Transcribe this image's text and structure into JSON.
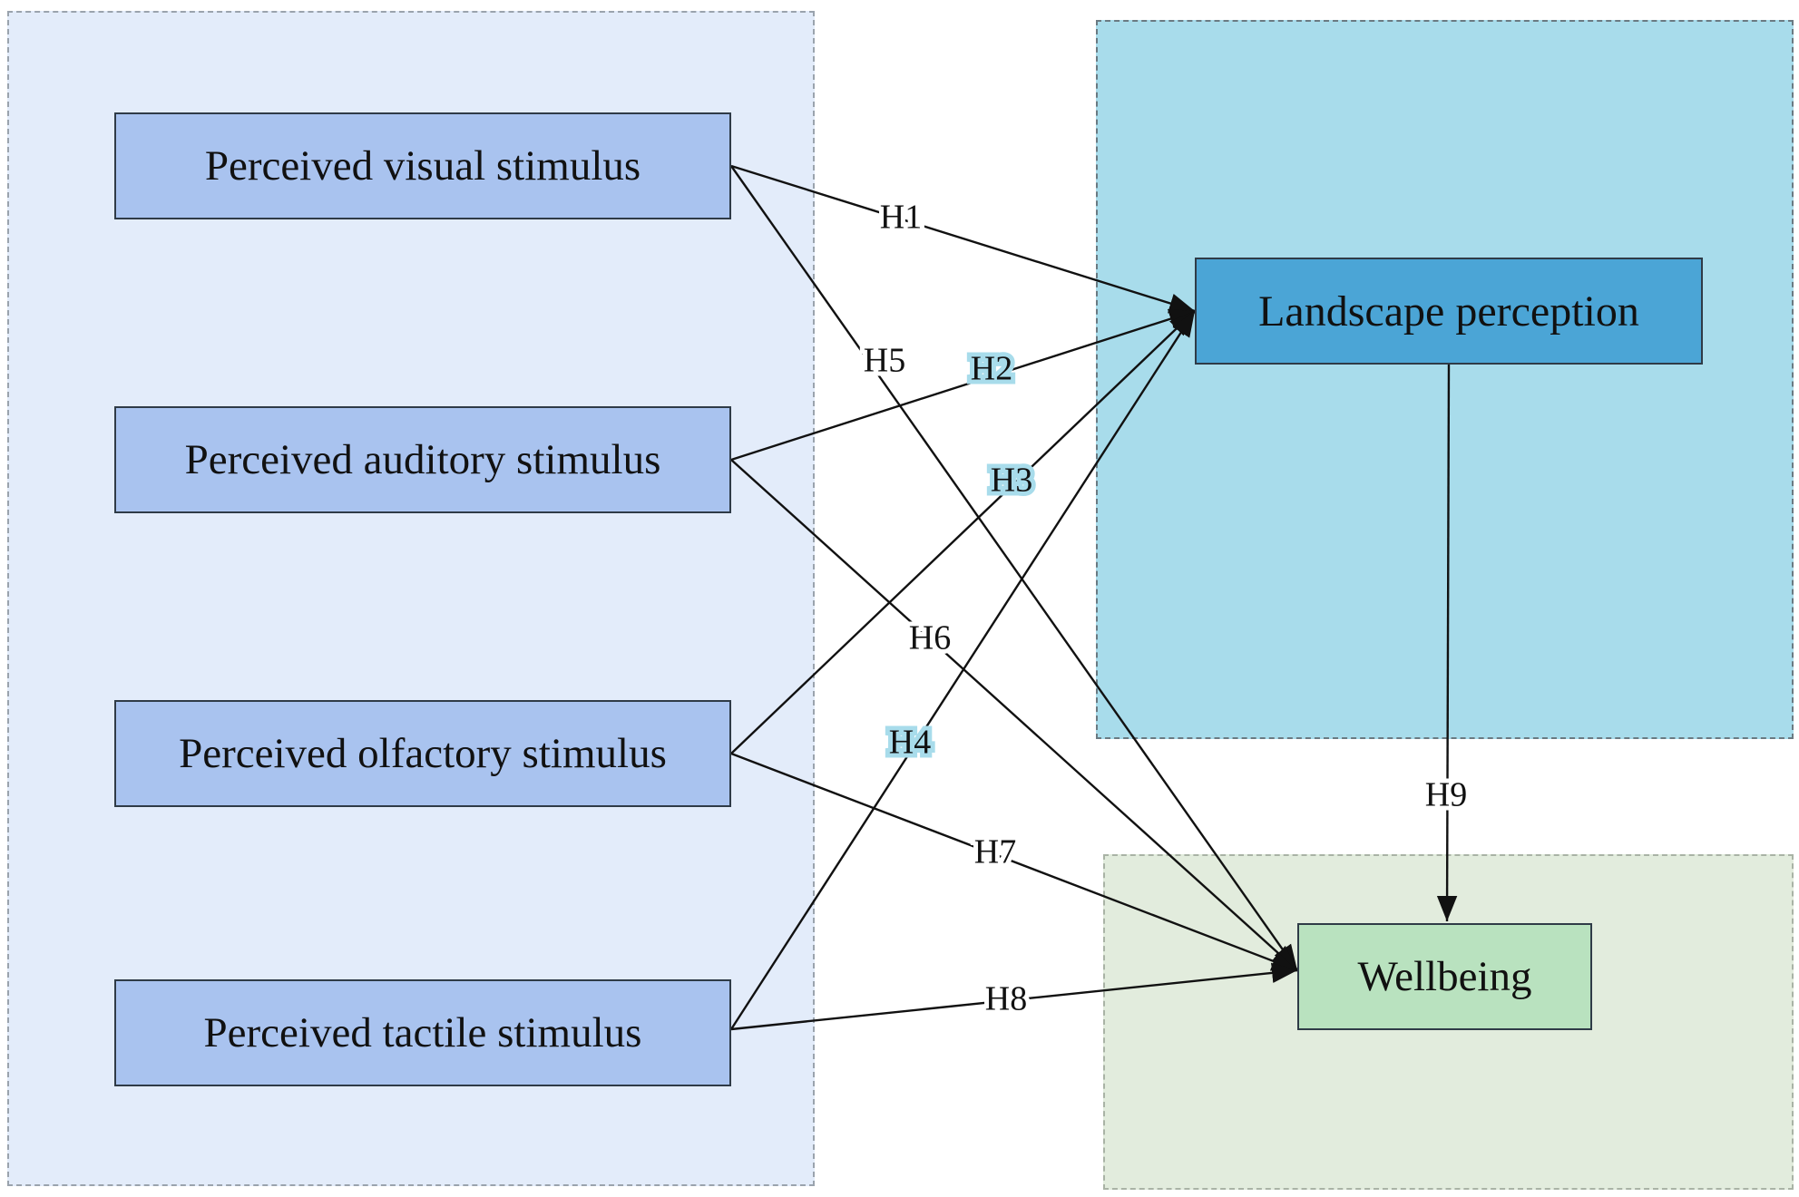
{
  "nodes": {
    "visual": "Perceived visual stimulus",
    "auditory": "Perceived auditory stimulus",
    "olfactory": "Perceived olfactory stimulus",
    "tactile": "Perceived tactile stimulus",
    "landscape": "Landscape perception",
    "wellbeing": "Wellbeing"
  },
  "edges": [
    {
      "id": "H1",
      "from": "visual",
      "to": "landscape"
    },
    {
      "id": "H2",
      "from": "auditory",
      "to": "landscape"
    },
    {
      "id": "H3",
      "from": "olfactory",
      "to": "landscape"
    },
    {
      "id": "H4",
      "from": "tactile",
      "to": "landscape"
    },
    {
      "id": "H5",
      "from": "visual",
      "to": "wellbeing"
    },
    {
      "id": "H6",
      "from": "auditory",
      "to": "wellbeing"
    },
    {
      "id": "H7",
      "from": "olfactory",
      "to": "wellbeing"
    },
    {
      "id": "H8",
      "from": "tactile",
      "to": "wellbeing"
    },
    {
      "id": "H9",
      "from": "landscape",
      "to": "wellbeing"
    }
  ],
  "colors": {
    "stimulus_fill": "#a9c3ef",
    "landscape_fill": "#4ba5d6",
    "wellbeing_fill": "#b9e2bf",
    "left_region": "#e3ecfa",
    "right_top_region": "#a8dceb",
    "right_bottom_region": "#e2ecdd"
  }
}
